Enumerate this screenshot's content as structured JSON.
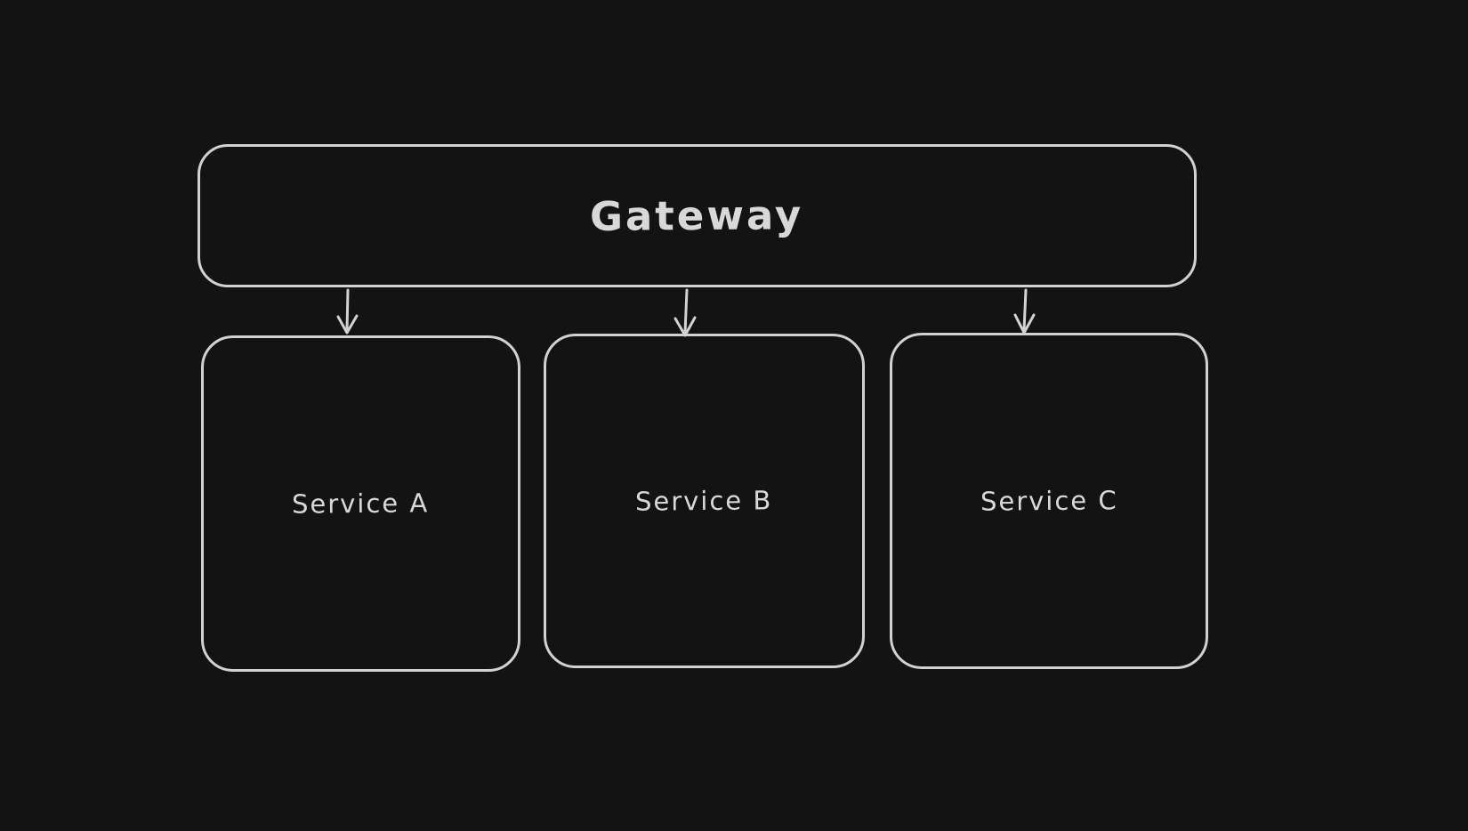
{
  "canvas": {
    "background_color": "#131313",
    "stroke_color": "#d2d2d2",
    "text_color": "#d8d8d8",
    "style": "hand-drawn-whiteboard"
  },
  "diagram": {
    "nodes": {
      "gateway": {
        "label": "Gateway"
      },
      "services": [
        {
          "label": "Service A"
        },
        {
          "label": "Service B"
        },
        {
          "label": "Service C"
        }
      ]
    },
    "edges": [
      {
        "from": "Gateway",
        "to": "Service A",
        "type": "arrow"
      },
      {
        "from": "Gateway",
        "to": "Service B",
        "type": "arrow"
      },
      {
        "from": "Gateway",
        "to": "Service C",
        "type": "arrow"
      }
    ]
  }
}
